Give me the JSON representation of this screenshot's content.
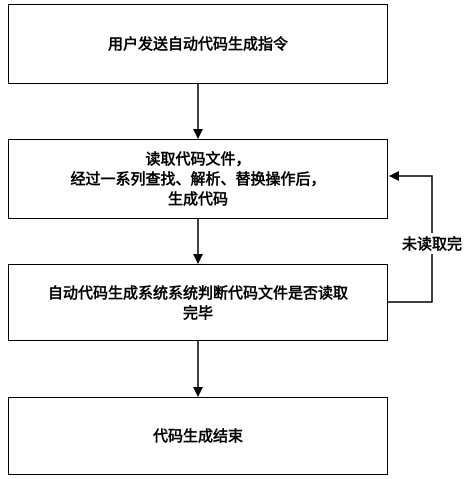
{
  "flowchart": {
    "step1": {
      "lines": [
        "用户发送自动代码生成指令"
      ]
    },
    "step2": {
      "lines": [
        "读取代码文件，",
        "经过一系列查找、解析、替换操作后，",
        "生成代码"
      ]
    },
    "step3": {
      "lines": [
        "自动代码生成系统系统判断代码文件是否读取",
        "完毕"
      ]
    },
    "step4": {
      "lines": [
        "代码生成结束"
      ]
    },
    "loop_label": "未读取完"
  }
}
